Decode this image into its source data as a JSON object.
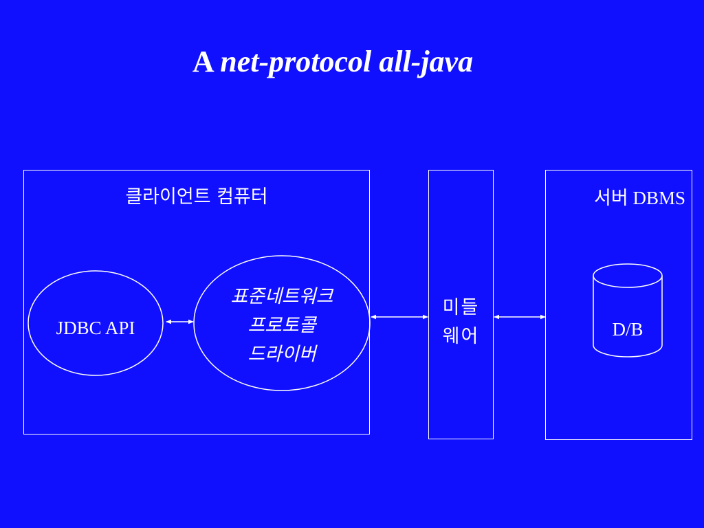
{
  "slide": {
    "title_prefix": "A",
    "title_emphasis": "net-protocol all-java"
  },
  "client": {
    "label": "클라이언트 컴퓨터",
    "jdbc_api": "JDBC API",
    "driver_lines": [
      "표준네트워크",
      "프로토콜",
      "드라이버"
    ]
  },
  "middleware": {
    "lines": [
      "미들",
      "웨어"
    ]
  },
  "server": {
    "label_ko": "서버",
    "label_en": "DBMS",
    "db_label": "D/B"
  },
  "colors": {
    "background": "#1010ff",
    "foreground": "#ffffff"
  }
}
